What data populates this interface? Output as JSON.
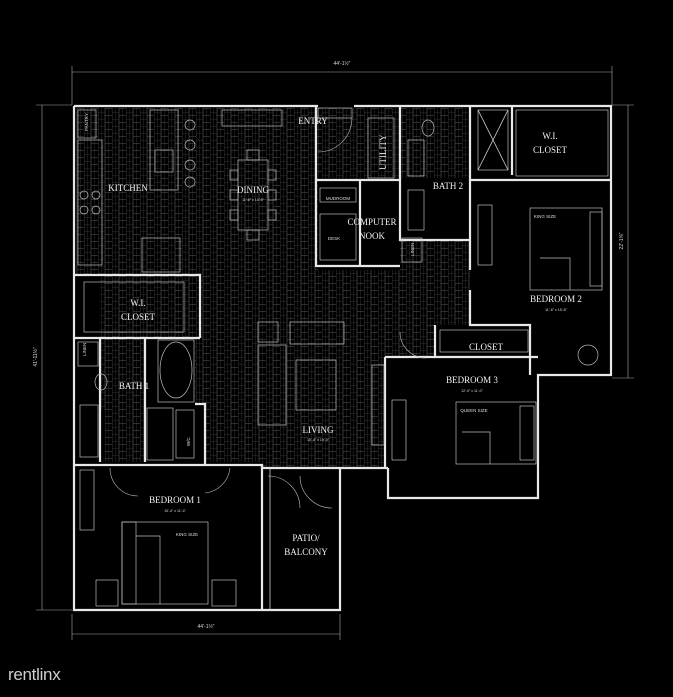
{
  "dimensions": {
    "top": "44'-1½\"",
    "bottom": "44'-1½\"",
    "left": "41'-11½\"",
    "right": "22'-1⅝\""
  },
  "rooms": {
    "kitchen": "KITCHEN",
    "pantry": "PANTRY",
    "dining": "DINING",
    "dining_size": "11'-6\" x 10'-6\"",
    "entry": "ENTRY",
    "utility": "UTILITY",
    "mudroom": "MUDROOM",
    "computer_nook_line1": "COMPUTER",
    "computer_nook_line2": "NOOK",
    "desk": "DESK",
    "bath2": "BATH 2",
    "linen_right": "LINEN",
    "wi_closet_right_line1": "W.I.",
    "wi_closet_right_line2": "CLOSET",
    "bedroom2": "BEDROOM 2",
    "bedroom2_size": "11'-6\" x 15'-8\"",
    "bedroom2_bed": "KING SIZE",
    "closet": "CLOSET",
    "bedroom3": "BEDROOM 3",
    "bedroom3_size": "12'-0\" x 11'-0\"",
    "bedroom3_bed": "QUEEN SIZE",
    "wi_closet_left_line1": "W.I.",
    "wi_closet_left_line2": "CLOSET",
    "linen_left": "LINEN",
    "bath1": "BATH 1",
    "wic_small": "W/C",
    "living": "LIVING",
    "living_size": "15'-4\" x 19'-0\"",
    "bedroom1": "BEDROOM 1",
    "bedroom1_size": "15'-4\" x 11'-4\"",
    "bedroom1_bed": "KING SIZE",
    "patio_line1": "PATIO/",
    "patio_line2": "BALCONY"
  },
  "brand": "rentlinx"
}
